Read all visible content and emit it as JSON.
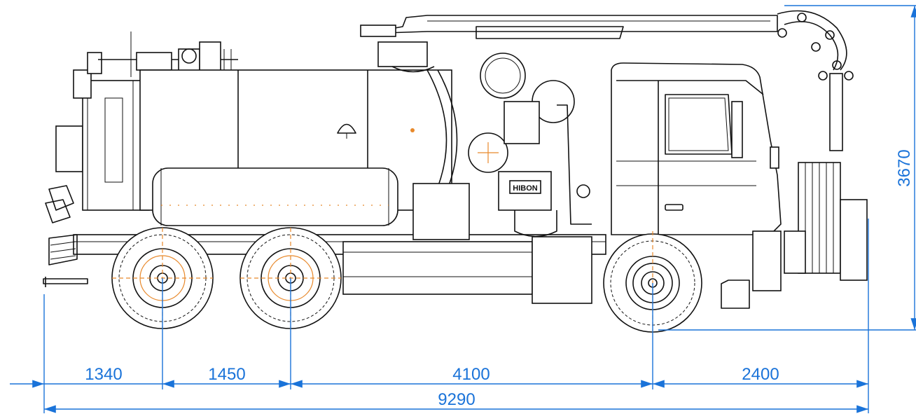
{
  "dimensions": {
    "rear_overhang": "1340",
    "axle_spacing": "1450",
    "wheelbase": "4100",
    "front_overhang": "2400",
    "overall_length": "9290",
    "overall_height": "3670"
  },
  "labels": {
    "engine_badge": "HIBON"
  },
  "colors": {
    "dimension": "#1a73d9",
    "accent": "#e8892b",
    "line": "#111111"
  }
}
